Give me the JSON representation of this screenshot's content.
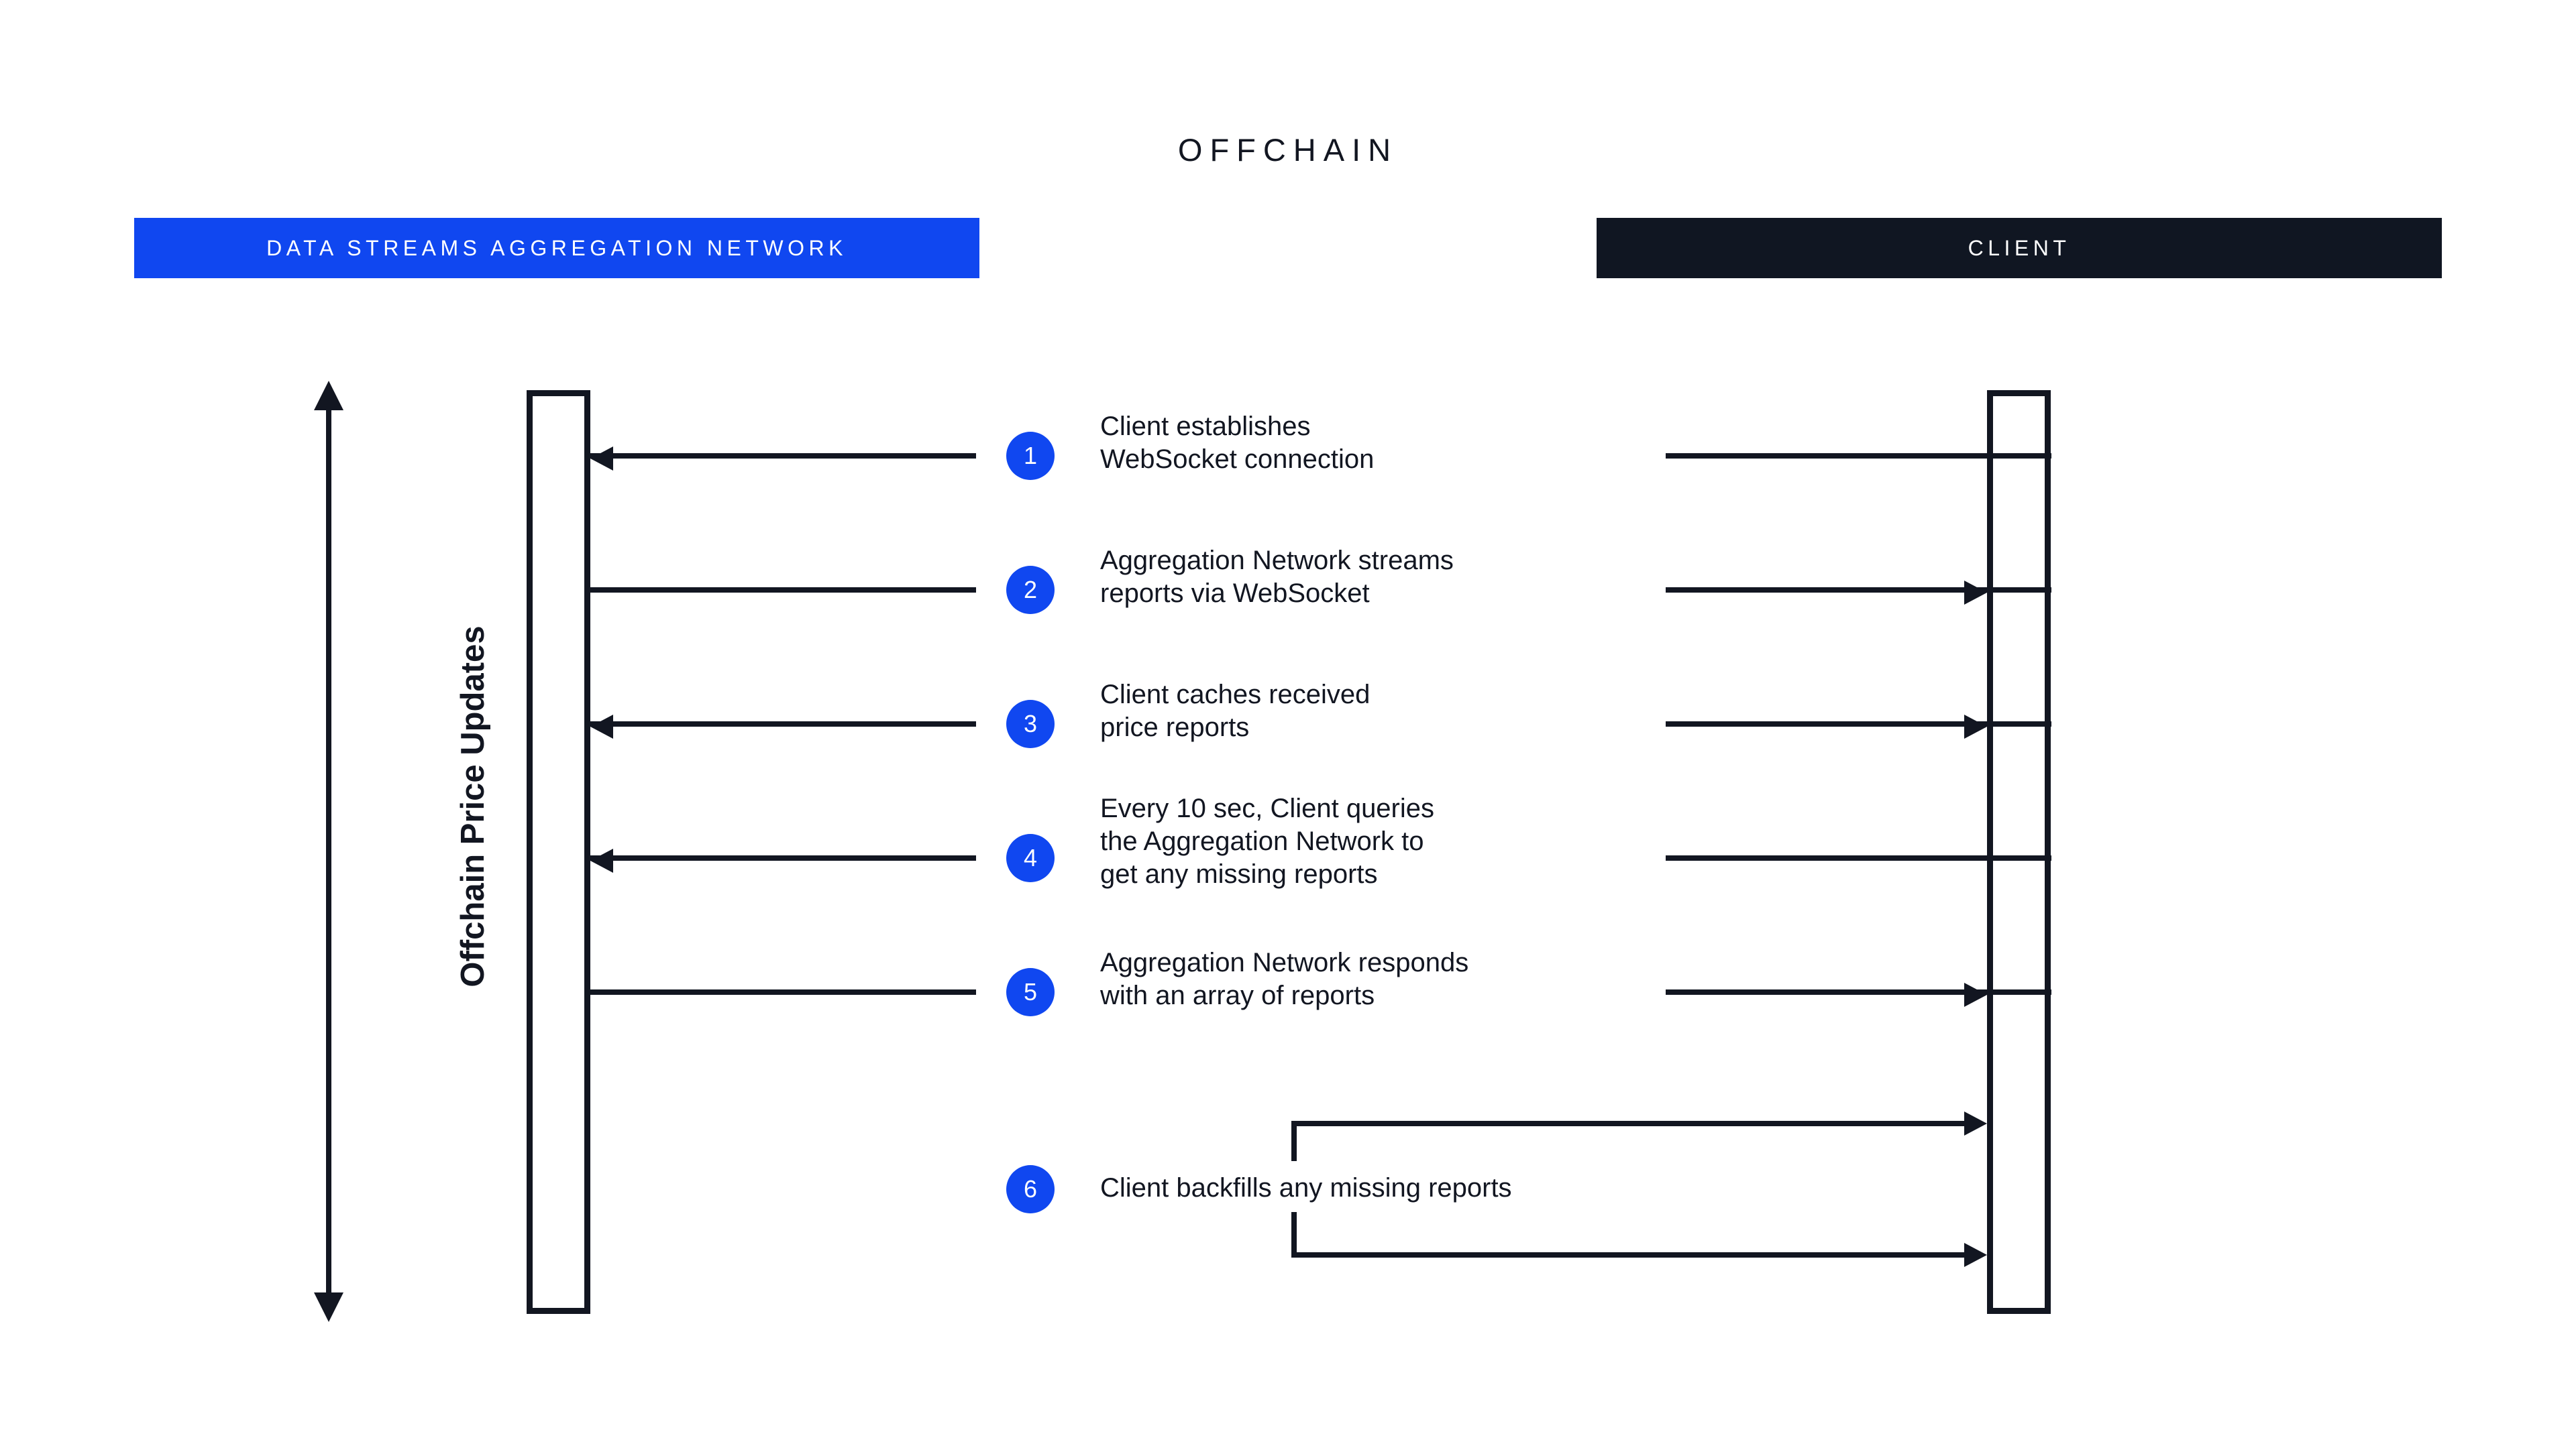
{
  "diagram": {
    "title": "OFFCHAIN",
    "lanes": [
      {
        "id": "aggregation-network",
        "label": "DATA STREAMS AGGREGATION NETWORK",
        "color": "#1047f0"
      },
      {
        "id": "client",
        "label": "CLIENT",
        "color": "#101622"
      }
    ],
    "axis": {
      "label": "Offchain Price Updates",
      "direction": "double-headed-vertical",
      "top_arrow": "up-arrow-icon",
      "bottom_arrow": "down-arrow-icon"
    },
    "accent_color": "#1047f0",
    "line_color": "#121621",
    "steps": [
      {
        "number": "1",
        "text": "Client establishes\nWebSocket connection",
        "left_arrow": "to-left",
        "right_arrow": "none"
      },
      {
        "number": "2",
        "text": "Aggregation Network streams\nreports via WebSocket",
        "left_arrow": "none",
        "right_arrow": "to-right"
      },
      {
        "number": "3",
        "text": "Client caches received\nprice reports",
        "left_arrow": "to-left",
        "right_arrow": "to-right"
      },
      {
        "number": "4",
        "text": "Every 10 sec, Client queries\nthe Aggregation Network to\nget any missing reports",
        "left_arrow": "to-left",
        "right_arrow": "none"
      },
      {
        "number": "5",
        "text": "Aggregation Network responds\nwith an array of reports",
        "left_arrow": "none",
        "right_arrow": "to-right"
      },
      {
        "number": "6",
        "text": "Client backfills any missing reports",
        "left_arrow": "none",
        "right_arrow": "self-loop"
      }
    ]
  }
}
